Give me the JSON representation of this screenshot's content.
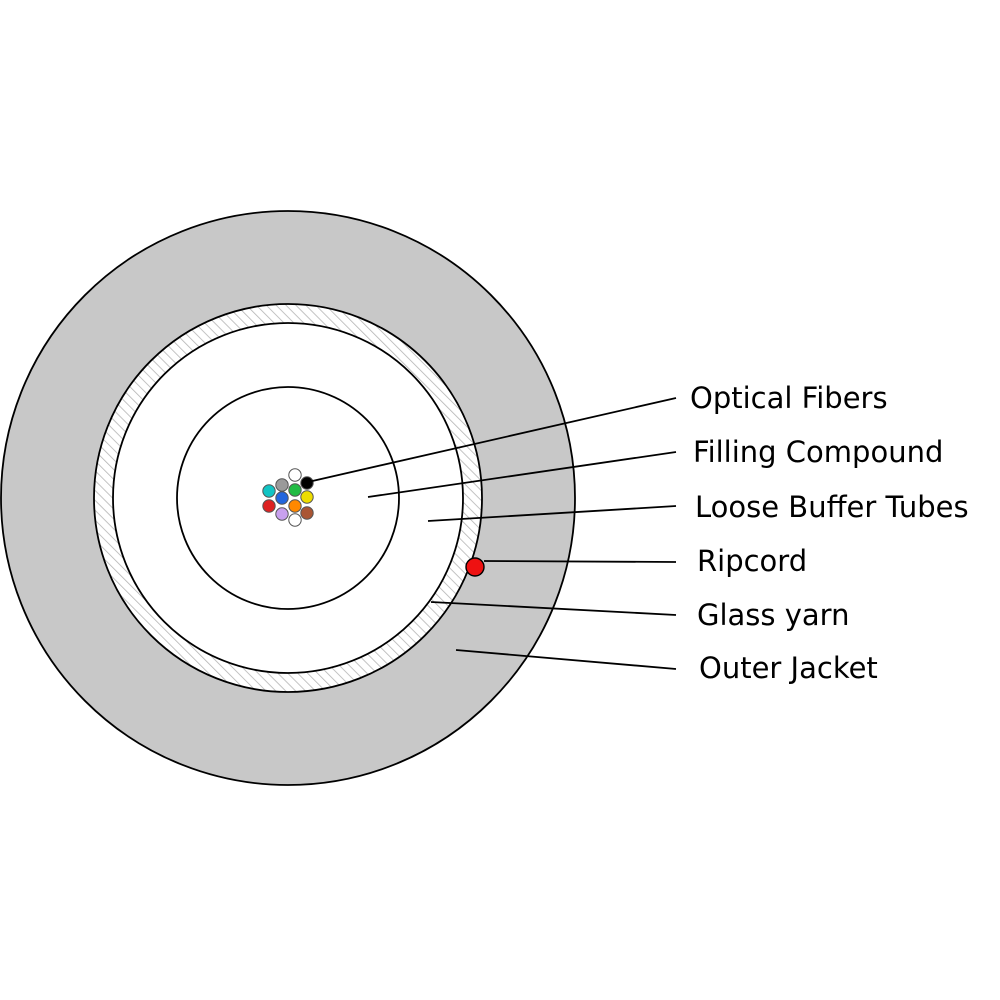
{
  "diagram": {
    "labels": {
      "optical_fibers": "Optical Fibers",
      "filling_compound": "Filling Compound",
      "loose_buffer_tubes": "Loose Buffer Tubes",
      "ripcord": "Ripcord",
      "glass_yarn": "Glass yarn",
      "outer_jacket": "Outer Jacket"
    },
    "colors": {
      "outer_jacket": "#c8c8c8",
      "glass_yarn_hatch": "#b4b4b4",
      "ripcord": "#ee1111",
      "fiber_colors": [
        "#ffffff",
        "#000000",
        "#9a9a9a",
        "#22bb44",
        "#11c4c4",
        "#2266dd",
        "#eedd00",
        "#dd2222",
        "#ff8800",
        "#aa5533",
        "#c8a0ee",
        "#ffffff"
      ]
    }
  }
}
